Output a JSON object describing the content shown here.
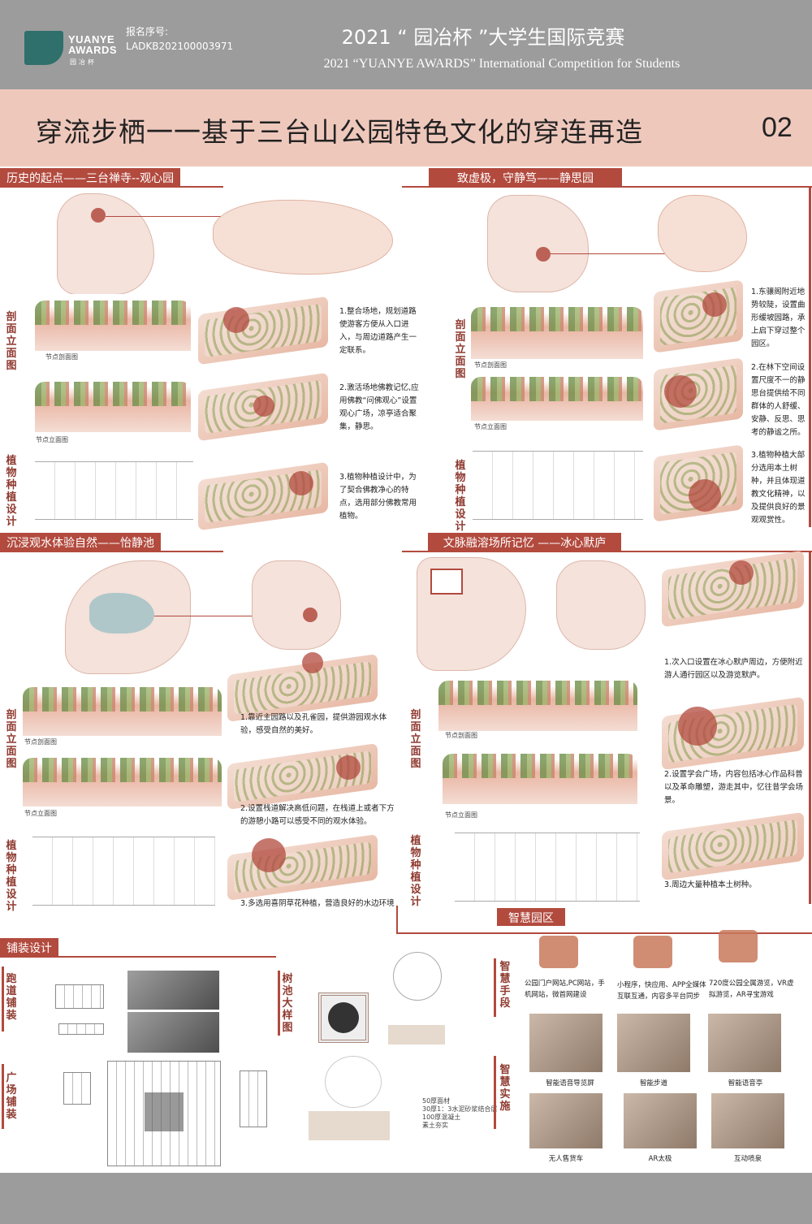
{
  "header": {
    "logo_en": "YUANYE\nAWARDS",
    "logo_cn": "园冶杯",
    "reg_label": "报名序号:",
    "reg_no": "LADKB202100003971",
    "title_cn": "2021 “ 园冶杯 ”大学生国际竞赛",
    "title_en": "2021 “YUANYE AWARDS” International Competition for  Students"
  },
  "poster": {
    "title": "穿流步栖一一基于三台山公园特色文化的穿连再造",
    "page_no": "02"
  },
  "labels": {
    "section_elev": "剖面立面图",
    "planting": "植物种植设计",
    "node_section": "节点剖面图",
    "node_elev": "节点立面图"
  },
  "s1": {
    "title": "历史的起点——三台禅寺--观心园",
    "points": [
      "1.整合场地，规划道路使游客方便从入口进入，与周边道路产生一定联系。",
      "2.激活场地佛教记忆,应用佛教“问佛观心”设置观心广场，凉亭适合聚集，静思。",
      "3.植物种植设计中，为了契合佛教净心的特点，选用部分佛教常用植物。"
    ]
  },
  "s2": {
    "title": "致虚极，守静笃——静思园",
    "points": [
      "1.东骧阁附近地势较陡，设置曲形缓坡园路，承上启下穿过整个园区。",
      "2.在林下空间设置尺度不一的静思台提供给不同群体的人舒缓、安静、反思、思考的静谧之所。",
      "3.植物种植大部分选用本土树种，并且体现道教文化精神，以及提供良好的景观观赏性。"
    ]
  },
  "s3": {
    "title": "沉浸观水体验自然——怡静池",
    "points": [
      "1.靠近主园路以及孔雀园，提供游园观水体验，感受自然的美好。",
      "2.设置栈道解决高低问题，在栈道上或者下方的游憩小路可以感受不同的观水体验。",
      "3.多选用喜阴草花种植，营造良好的水边环境"
    ]
  },
  "s4": {
    "title": "文脉融溶场所记忆 ——冰心默庐",
    "points": [
      "1.次入口设置在冰心默庐周边，方便附近游人通行园区以及游览默庐。",
      "2.设置学会广场，内容包括冰心作品科普以及革命雕塑，游走其中，忆往昔学会场景。",
      "3.周边大量种植本土树种。"
    ]
  },
  "paving": {
    "title": "铺装设计",
    "track": "跑道铺装",
    "plaza": "广场铺装",
    "tree_pit": "树池大样图",
    "layers": [
      "50厚面材",
      "30厚1：3水泥砂浆结合层",
      "100厚混凝土",
      "素土夯实"
    ]
  },
  "smart": {
    "title": "智慧园区",
    "means": "智慧手段",
    "facilities": "智慧实施",
    "items": [
      "公园门户网站,PC网站，手机网站，微首网建设",
      "小程序，快应用、APP全媒体互联互通，内容多平台同步",
      "720度公园全属游览，VR虚拟游览，AR寻宝游戏"
    ],
    "photos": [
      "智能语音导览屏",
      "智能步道",
      "智能语音亭",
      "无人售货车",
      "AR太极",
      "互动喷泉"
    ]
  },
  "colors": {
    "accent": "#b24a3e",
    "band": "#efc8bc",
    "header": "#9c9c9c"
  }
}
